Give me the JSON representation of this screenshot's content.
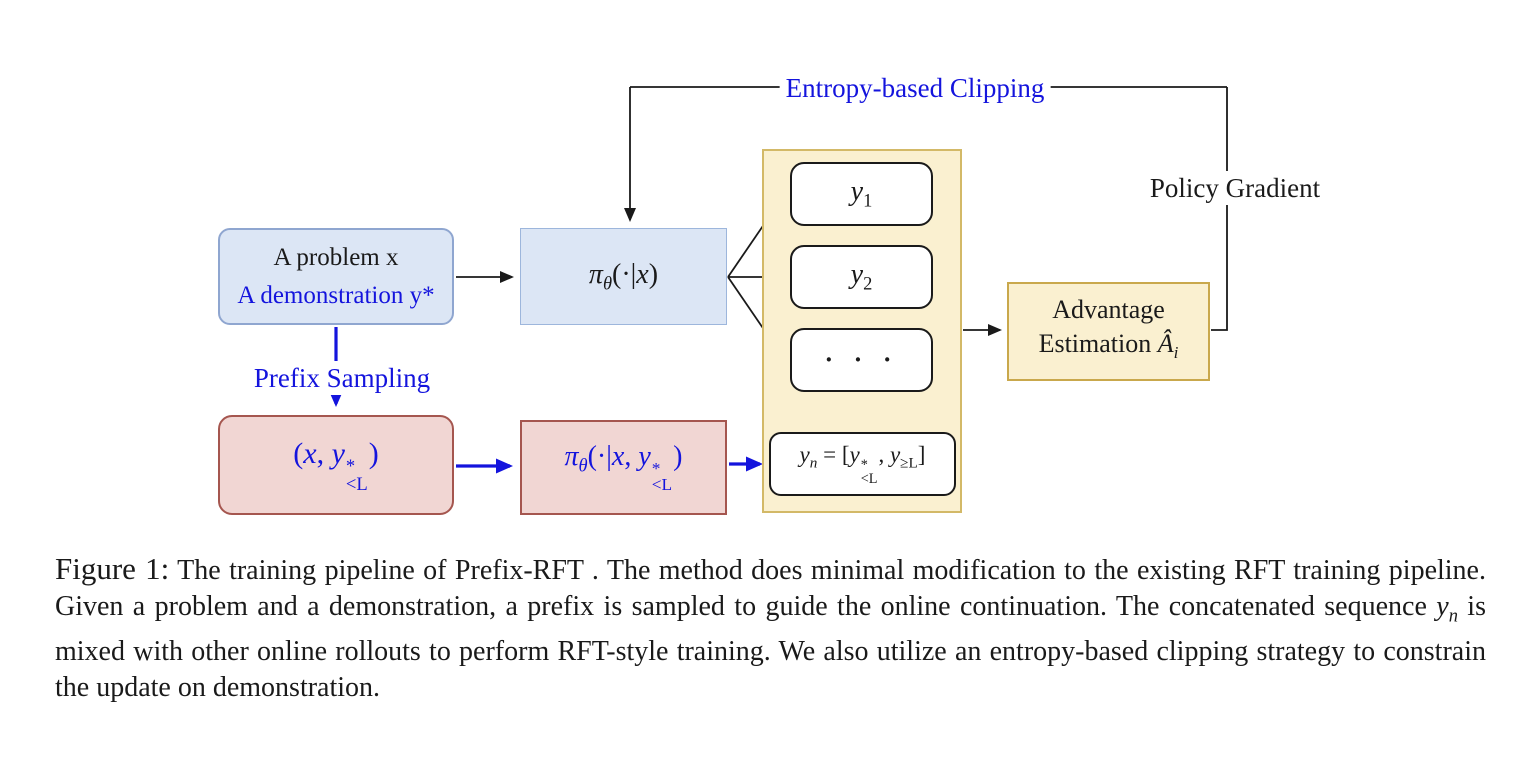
{
  "colors": {
    "ink": "#1a1a1a",
    "blue_accent": "#1414dd",
    "blue_box_fill": "#dce6f5",
    "blue_box_border": "#8fa6d0",
    "pi_box_border": "#9db6dc",
    "red_box_fill": "#f1d6d3",
    "red_box_border": "#a5564f",
    "cream_fill": "#faf0d0",
    "cream_border": "#d3b967",
    "advantage_border": "#c9a84c"
  },
  "diagram": {
    "entropy_label": "Entropy-based Clipping",
    "policy_gradient_label": "Policy Gradient",
    "prefix_sampling_label": "Prefix Sampling",
    "problem_box": {
      "line1": "A problem x",
      "line2": "A demonstration y*"
    },
    "pi_box": {
      "pi": "π",
      "theta": "θ",
      "open": "(·|",
      "x": "x",
      "close": ")"
    },
    "rollouts": {
      "y1_base": "y",
      "y1_sub": "1",
      "y2_base": "y",
      "y2_sub": "2",
      "dots": "· · ·",
      "yn": {
        "y1": "y",
        "n": "n",
        "eq": " = [",
        "y2": "y",
        "sup": "*",
        "sub1": "<L",
        "comma": ", ",
        "y3": "y",
        "sub2": "≥L",
        "close": "]"
      }
    },
    "advantage_box": {
      "line1": "Advantage",
      "line2": "Estimation ",
      "a_hat": "Â",
      "i_sub": "i"
    },
    "prefix_box": {
      "open": "(",
      "x": "x",
      "comma": ", ",
      "y": "y",
      "sup": "*",
      "sub": "<L",
      "close": ")"
    },
    "pi_prefix_box": {
      "pi": "π",
      "theta": "θ",
      "open": "(·|",
      "x": "x",
      "comma": ", ",
      "y": "y",
      "sup": "*",
      "sub": "<L",
      "close": ")"
    }
  },
  "caption": {
    "label": "Figure 1:",
    "part_a": " The training pipeline of Prefix-RFT . The method does minimal modification to the existing RFT training pipeline. Given a problem and a demonstration, a prefix is sampled to guide the online continuation. The concatenated sequence ",
    "yn_base": "y",
    "yn_sub": "n",
    "part_b": " is mixed with other online rollouts to perform RFT-style training. We also utilize an entropy-based clipping strategy to constrain the update on demonstration."
  }
}
